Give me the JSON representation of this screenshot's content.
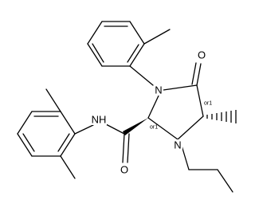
{
  "atoms": {
    "n_aryl": "N",
    "n_propyl": "N",
    "o_ketone": "O",
    "o_amide": "O",
    "nh_amide": "NH"
  },
  "stereo": {
    "c5_label": "or1",
    "c2_label": "or1"
  }
}
